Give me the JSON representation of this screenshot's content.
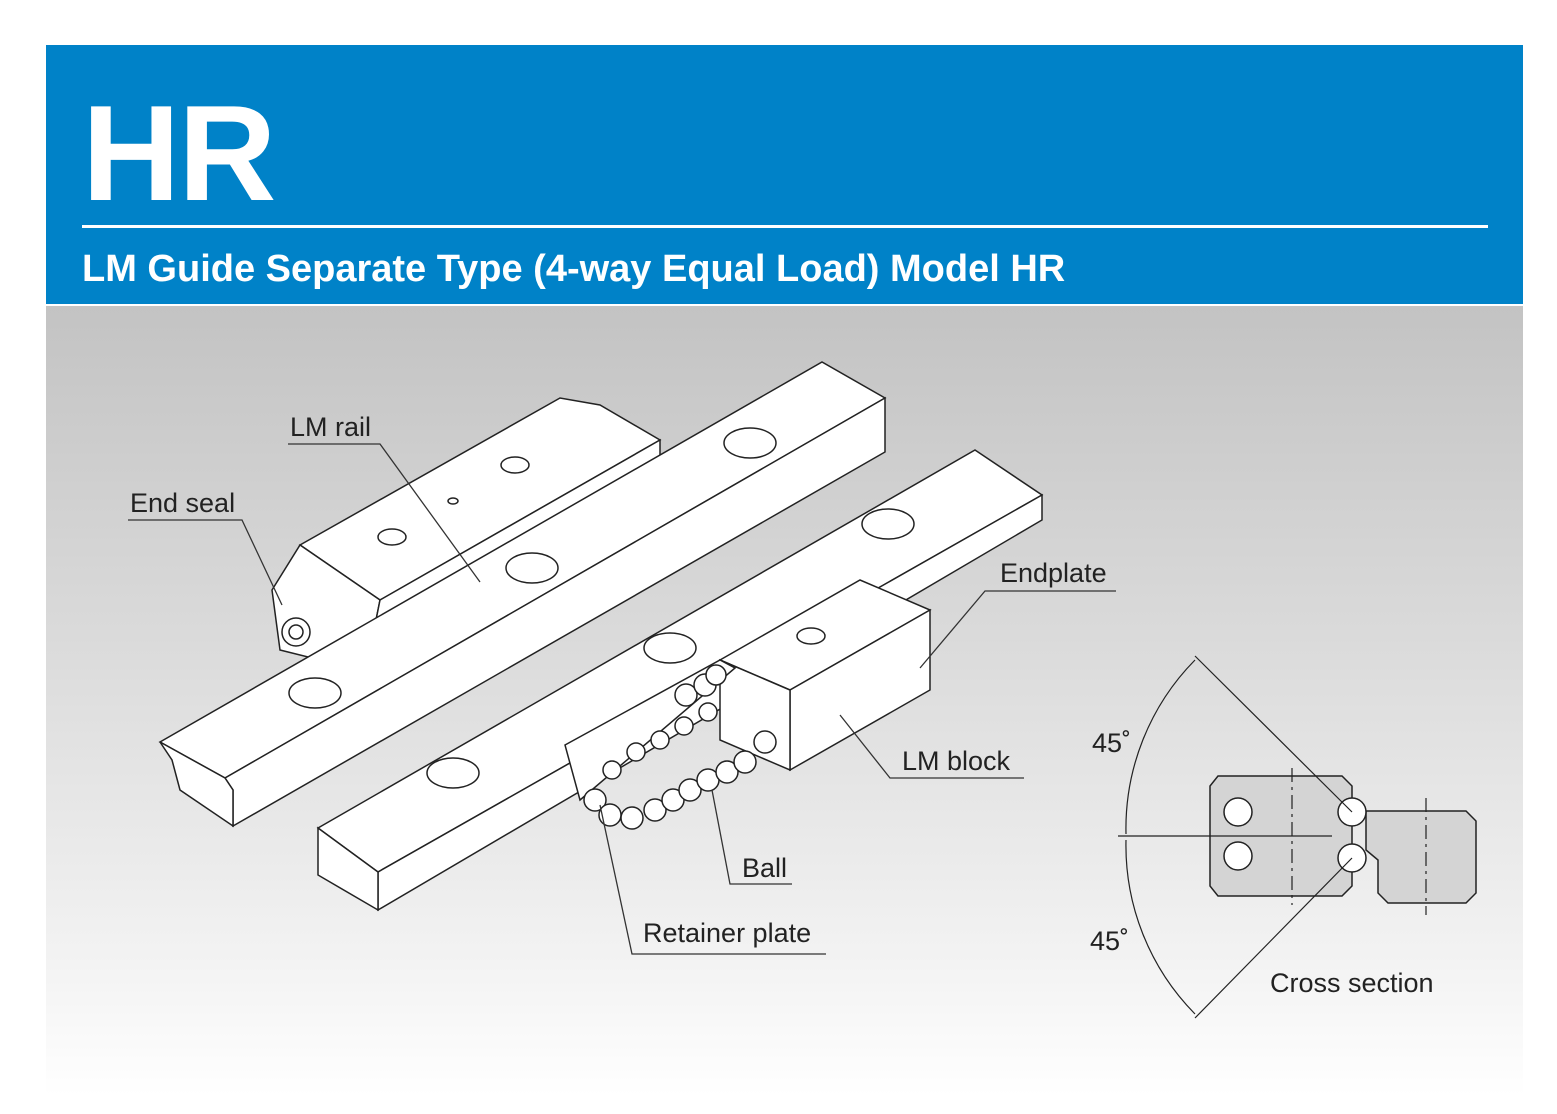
{
  "header": {
    "model": "HR",
    "subtitle": "LM Guide Separate Type (4-way Equal Load) Model HR"
  },
  "labels": {
    "lm_rail": "LM rail",
    "end_seal": "End seal",
    "endplate": "Endplate",
    "lm_block": "LM block",
    "ball": "Ball",
    "retainer_plate": "Retainer plate",
    "cross_section": "Cross section",
    "angle_top": "45˚",
    "angle_bottom": "45˚"
  },
  "colors": {
    "header": "#0082c8",
    "part_fill": "#ffffff",
    "section_fill": "#d4d4d4",
    "stroke": "#222222"
  }
}
